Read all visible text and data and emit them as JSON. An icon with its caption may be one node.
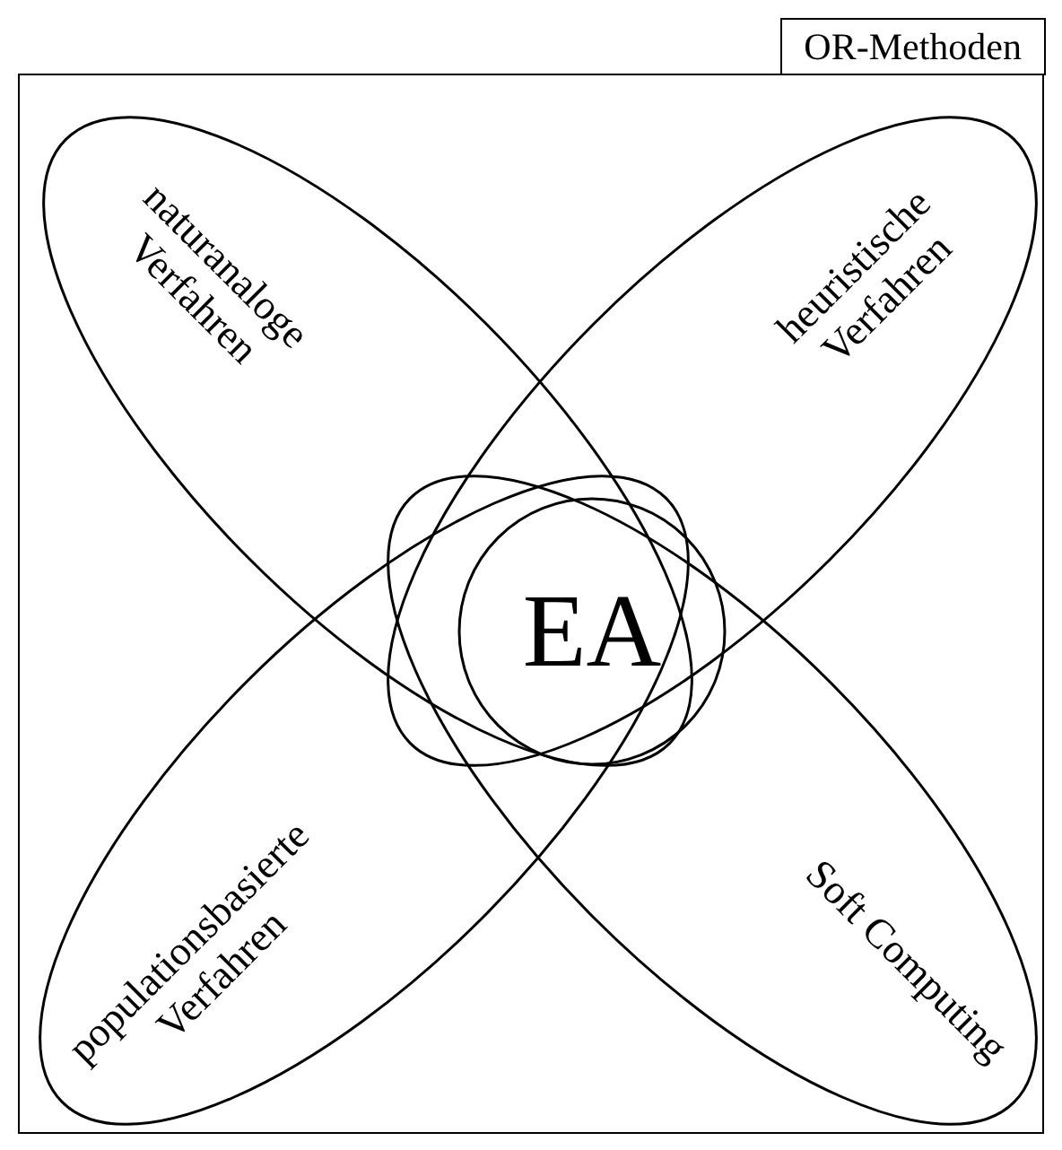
{
  "diagram": {
    "nodes": [
      {
        "text": [
          "OR-Methoden"
        ]
      },
      {
        "text": [
          "naturanaloge Verfahren"
        ],
        "in": 0
      },
      {
        "text": [
          "heuristische Verfahren"
        ],
        "in": 0
      },
      {
        "text": [
          "populationsbasierte Verfahren"
        ],
        "in": 0
      },
      {
        "text": [
          "Soft Computing"
        ],
        "in": 0
      },
      {
        "text": [
          "EA"
        ]
      }
    ]
  }
}
